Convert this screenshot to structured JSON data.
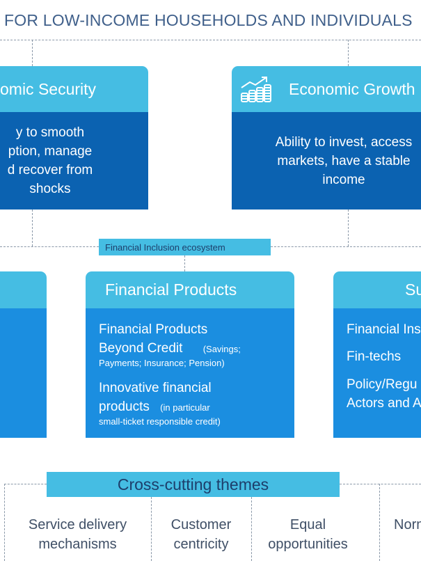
{
  "header": {
    "title": "FOR LOW-INCOME HOUSEHOLDS AND INDIVIDUALS"
  },
  "outcomes": [
    {
      "title": "omic Security",
      "lines": [
        "y to smooth",
        "ption, manage",
        "d recover from",
        "shocks"
      ]
    },
    {
      "title": "Economic Growth",
      "icon": "growth-chart-coins-icon",
      "lines": [
        "Ability to invest, access",
        "markets, have a stable",
        "income"
      ]
    }
  ],
  "ecosystem": {
    "label": "Financial Inclusion ecosystem"
  },
  "products": {
    "title": "Financial Products",
    "items": [
      {
        "line1": "Financial Products",
        "line2": "Beyond Credit",
        "note_inline": "(Savings;",
        "note_next": "Payments; Insurance; Pension)"
      },
      {
        "line1": "Innovative financial",
        "line2": "products",
        "note_inline": "(in particular",
        "note_next": "small-ticket responsible credit)"
      }
    ]
  },
  "supply": {
    "title": "Su",
    "items": [
      "Financial Ins",
      "Fin-techs",
      "Policy/Regu",
      "Actors and A"
    ]
  },
  "cross_cutting": {
    "label": "Cross-cutting themes",
    "themes": [
      {
        "line1": "Service delivery",
        "line2": "mechanisms"
      },
      {
        "line1": "Customer",
        "line2": "centricity"
      },
      {
        "line1": "Equal",
        "line2": "opportunities"
      },
      {
        "line1": "Norm",
        "line2": ""
      }
    ]
  },
  "colors": {
    "header_blue": "#45bde3",
    "dark_blue": "#0b62b1",
    "mid_blue": "#1b8ee0",
    "title_text": "#3f5f8a"
  }
}
